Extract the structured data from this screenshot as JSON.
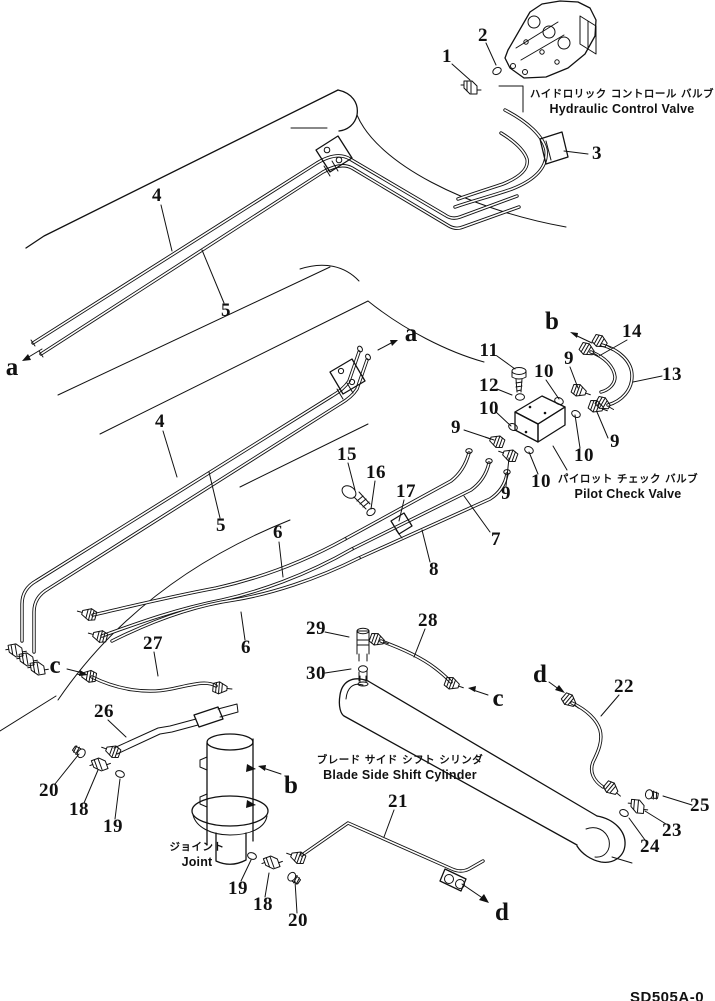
{
  "figure": {
    "drawing_code": "SD505A-0",
    "components": {
      "hydraulic_control_valve": {
        "jp": "ハイドロリック コントロール バルブ",
        "en": "Hydraulic Control Valve"
      },
      "pilot_check_valve": {
        "jp": "パイロット チェック バルブ",
        "en": "Pilot Check Valve"
      },
      "blade_side_shift_cylinder": {
        "jp": "ブレード サイド シフト シリンダ",
        "en": "Blade Side Shift Cylinder"
      },
      "joint": {
        "jp": "ジョイント",
        "en": "Joint"
      }
    },
    "callouts": [
      "1",
      "2",
      "3",
      "4",
      "5",
      "4",
      "5",
      "6",
      "6",
      "7",
      "8",
      "9",
      "9",
      "9",
      "9",
      "10",
      "10",
      "10",
      "10",
      "11",
      "12",
      "13",
      "14",
      "15",
      "16",
      "17",
      "20",
      "18",
      "19",
      "26",
      "27",
      "28",
      "29",
      "30",
      "21",
      "19",
      "18",
      "20",
      "22",
      "23",
      "24",
      "25"
    ],
    "connection_points": [
      "a",
      "a",
      "b",
      "b",
      "c",
      "c",
      "d",
      "d"
    ]
  }
}
